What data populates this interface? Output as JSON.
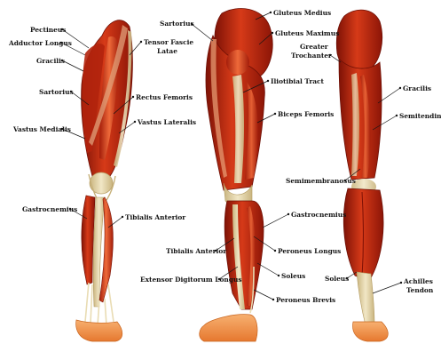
{
  "diagram": {
    "labels": {
      "pectineus": "Pectineus",
      "adductor_longus": "Adductor Longus",
      "gracilis_front": "Gracilis",
      "sartorius_front": "Sartorius",
      "vastus_medialis": "Vastus Medialis",
      "gastrocnemius_front": "Gastrocnemius",
      "tensor_fasciae_1": "Tensor Fascie",
      "tensor_fasciae_2": "Latae",
      "rectus_femoris": "Rectus Femoris",
      "vastus_lateralis": "Vastus Lateralis",
      "tibialis_anterior_front": "Tibialis Anterior",
      "sartorius_side": "Sartorius",
      "gluteus_medius": "Gluteus Medius",
      "gluteus_maximus": "Gluteus Maximus",
      "iliotibial_tract": "Iliotibial Tract",
      "biceps_femoris": "Biceps Femoris",
      "gastrocnemius_side": "Gastrocnemius",
      "tibialis_anterior_side": "Tibialis Anterior",
      "peroneus_longus": "Peroneus Longus",
      "extensor_digitorum_longus": "Extensor Digitorum Longus",
      "soleus_side": "Soleus",
      "peroneus_brevis": "Peroneus Brevis",
      "greater_trochanter_1": "Greater",
      "greater_trochanter_2": "Trochanter",
      "gracilis_back": "Gracilis",
      "semitendinosus": "Semitendinosus",
      "semimembranosus": "Semimembranosus",
      "soleus_back": "Soleus",
      "achilles_1": "Achilles",
      "achilles_2": "Tendon"
    },
    "colors": {
      "muscle_dark": "#8f1608",
      "muscle": "#c52d12",
      "muscle_light": "#e8552c",
      "tendon": "#e4d6a6",
      "bone": "#d8c99a",
      "skin_foot": "#f29a55",
      "text": "#151515"
    }
  }
}
